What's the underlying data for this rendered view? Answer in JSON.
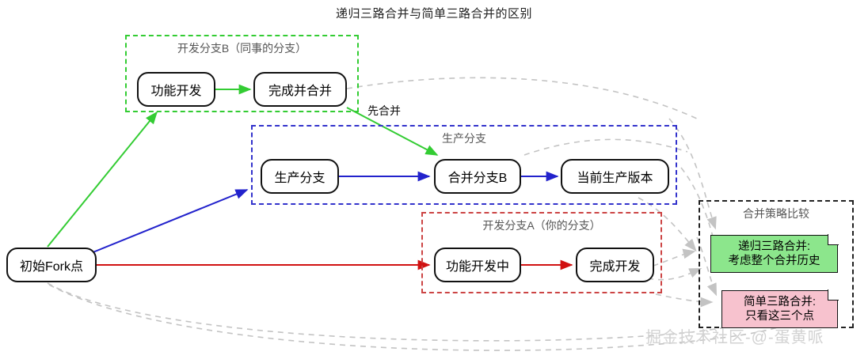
{
  "title": "递归三路合并与简单三路合并的区别",
  "watermark": "掘金技术社区-@-蛋黄哌",
  "colors": {
    "green": "#33cc33",
    "blue": "#3333cc",
    "red": "#cc2222",
    "dark": "#222222",
    "gray_dashed": "#bbbbbb",
    "note_green_fill": "#8ce68c",
    "note_pink_fill": "#f7c2ce",
    "node_border": "#111111",
    "node_fill": "#ffffff"
  },
  "groups": {
    "dev_branch_b": {
      "label": "开发分支B（同事的分支）"
    },
    "production": {
      "label": "生产分支"
    },
    "dev_branch_a": {
      "label": "开发分支A（你的分支）"
    },
    "strategy_compare": {
      "label": "合并策略比较"
    }
  },
  "nodes": {
    "fork": "初始Fork点",
    "feature_dev_b": "功能开发",
    "done_and_merge": "完成并合并",
    "prod_branch": "生产分支",
    "merge_branch_b": "合并分支B",
    "current_prod": "当前生产版本",
    "feature_dev_a": "功能开发中",
    "done_dev": "完成开发"
  },
  "edge_labels": {
    "merge_first": "先合并"
  },
  "notes": {
    "recursive": {
      "line1": "递归三路合并:",
      "line2": "考虑整个合并历史"
    },
    "simple": {
      "line1": "简单三路合并:",
      "line2": "只看这三个点"
    }
  }
}
